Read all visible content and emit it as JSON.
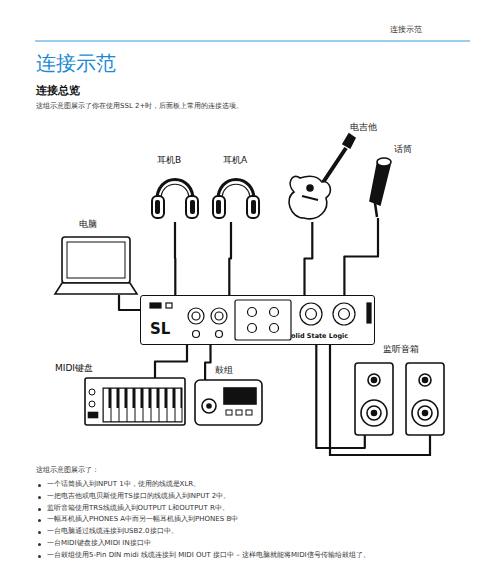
{
  "diagram": {
    "title": "连接示范",
    "nodes": [
      {
        "text": [
          "电吉他"
        ]
      },
      {
        "text": [
          "话筒"
        ]
      },
      {
        "text": [
          "耳机B"
        ]
      },
      {
        "text": [
          "耳机A"
        ]
      },
      {
        "text": [
          "电脑"
        ]
      },
      {
        "text": [
          "SL",
          "olid State Logic"
        ]
      },
      {
        "text": [
          "MIDI键盘"
        ]
      },
      {
        "text": [
          "鼓组"
        ]
      },
      {
        "text": [
          "监听音箱"
        ]
      }
    ],
    "edges": [
      {
        "from": 5,
        "to": 0,
        "arrow": "none"
      },
      {
        "from": 5,
        "to": 1,
        "arrow": "none"
      },
      {
        "from": 5,
        "to": 2,
        "arrow": "none"
      },
      {
        "from": 5,
        "to": 3,
        "arrow": "none"
      },
      {
        "from": 5,
        "to": 4,
        "arrow": "none"
      },
      {
        "from": 5,
        "to": 6,
        "arrow": "none"
      },
      {
        "from": 5,
        "to": 7,
        "arrow": "none"
      },
      {
        "from": 5,
        "to": 8,
        "arrow": "none"
      }
    ],
    "labels": [
      "连接示范",
      "连接总览",
      "这组示意图展示了你在使用SSL 2+时，后面板上常用的连接选项。",
      "这组示意图展示了：",
      "一个话筒插入到INPUT 1中，使用的线缆是XLR。",
      "一把电吉他或电贝斯使用TS接口的线缆插入到INPUT 2中。",
      "监听音箱使用TRS线缆插入到OUTPUT L和OUTPUT R中。",
      "一幅耳机插入PHONES A中而另一幅耳机插入到PHONES B中",
      "一台电脑通过线缆连接到USB2.0接口中。",
      "一台MIDI键盘接入MIDI IN接口中",
      "一台鼓组使用5-Pin DIN midi 线缆连接到 MIDI OUT 接口中 – 这样电脑就能将MIDI信号传输给鼓组了。"
    ]
  }
}
